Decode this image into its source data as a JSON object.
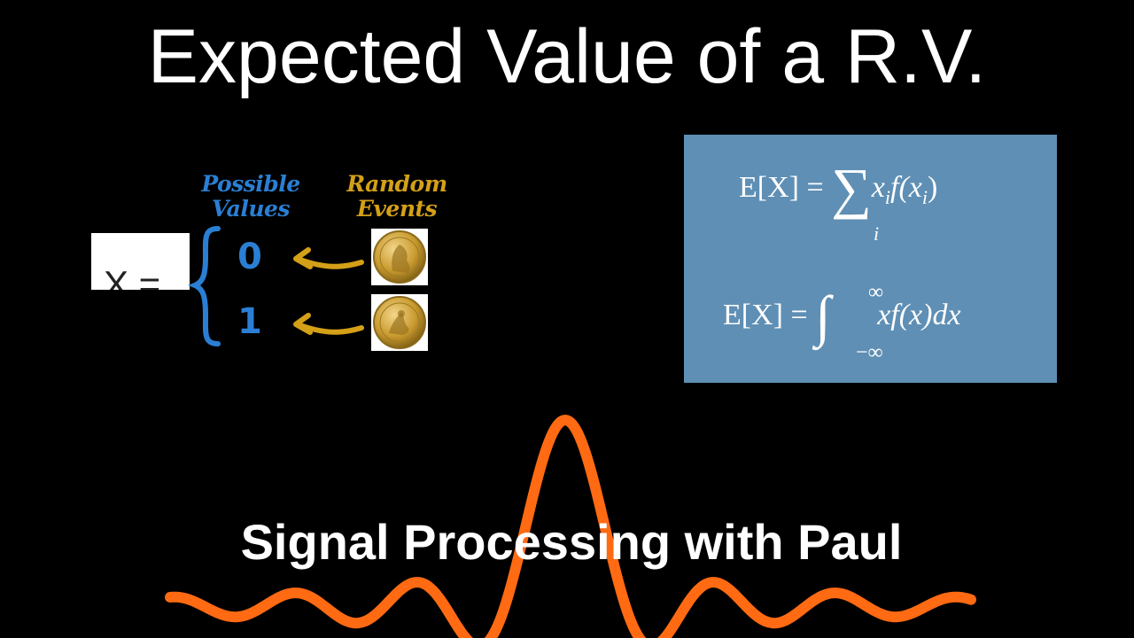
{
  "title": "Expected Value of a R.V.",
  "diagram": {
    "variable_label": "X =",
    "possible_values_header": [
      "Possible",
      "Values"
    ],
    "random_events_header": [
      "Random",
      "Events"
    ],
    "values": [
      "0",
      "1"
    ],
    "events": [
      "coin-heads-icon",
      "coin-tails-icon"
    ]
  },
  "formulas": {
    "discrete": {
      "lhs": "E[X] =",
      "operator": "∑",
      "index": "i",
      "body": "x",
      "body_sub": "i",
      "body_mid": "f(x",
      "body_sub2": "i",
      "body_end": ")"
    },
    "continuous": {
      "lhs": "E[X] =",
      "operator": "∫",
      "upper": "∞",
      "lower": "−∞",
      "body": "xf(x)dx"
    }
  },
  "subtitle": "Signal Processing with Paul",
  "colors": {
    "background": "#000000",
    "possible_values": "#2a7fd4",
    "random_events": "#d4a017",
    "formula_box": "#5f8fb4",
    "wave": "#ff6a13"
  }
}
